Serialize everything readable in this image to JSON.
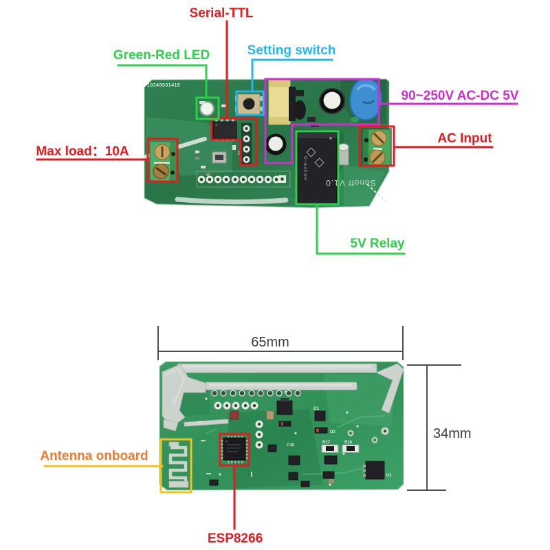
{
  "colors": {
    "red": "#e31b1f",
    "green": "#2ed049",
    "cyan": "#24b6ee",
    "magenta": "#cf2ecf",
    "orange": "#ee7b2d",
    "yellow": "#efc31c",
    "dim_line": "#4e4e4e",
    "dim_text": "#3a3a3a",
    "board_top": "#2f8251",
    "board_bottom": "#389760",
    "silver": "#ccd3cc"
  },
  "top_view": {
    "callouts": {
      "serial_ttl": "Serial-TTL",
      "green_red_led": "Green-Red LED",
      "setting_switch": "Setting switch",
      "power_module": "90~250V AC-DC 5V",
      "ac_input": "AC Input",
      "max_load": "Max load：10A",
      "relay": "5V Relay"
    },
    "markings": {
      "serial_number": "10345031418",
      "model": "Sonoff V1.0",
      "relay_part": "HF3FF-G"
    }
  },
  "bottom_view": {
    "callouts": {
      "antenna": "Antenna onboard",
      "esp8266": "ESP8266"
    },
    "dimensions": {
      "width": "65mm",
      "height": "34mm"
    },
    "markings": {
      "u1": "U1",
      "d1": "D1",
      "d2": "D2",
      "r17": "R17",
      "r16": "R16",
      "c10": "C10"
    }
  }
}
